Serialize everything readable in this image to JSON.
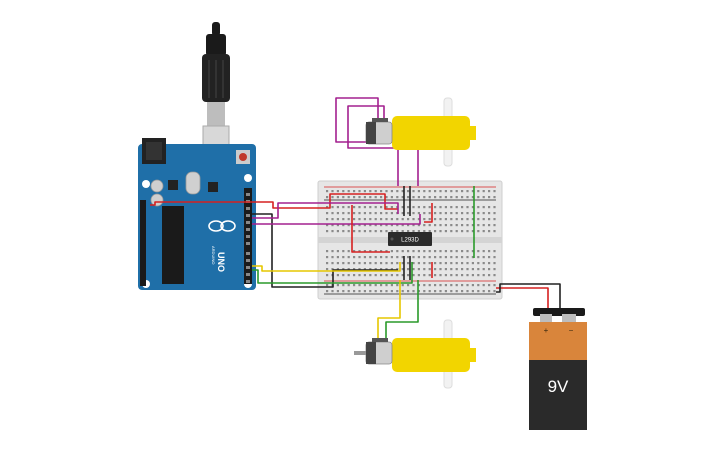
{
  "arduino": {
    "model_label": "UNO",
    "brand_label": "ARDUINO"
  },
  "driver_ic": {
    "label": "L293D"
  },
  "battery": {
    "label": "9V",
    "plus": "+",
    "minus": "−"
  },
  "colors": {
    "arduino_board": "#1f6fa8",
    "breadboard": "#e6e6e6",
    "motor_body": "#f2d500",
    "battery_top": "#d9853b",
    "battery_bottom": "#2a2a2a",
    "wire_red": "#d62020",
    "wire_black": "#222222",
    "wire_purple": "#a3208f",
    "wire_yellow": "#e6c700",
    "wire_green": "#2a9a2a"
  }
}
